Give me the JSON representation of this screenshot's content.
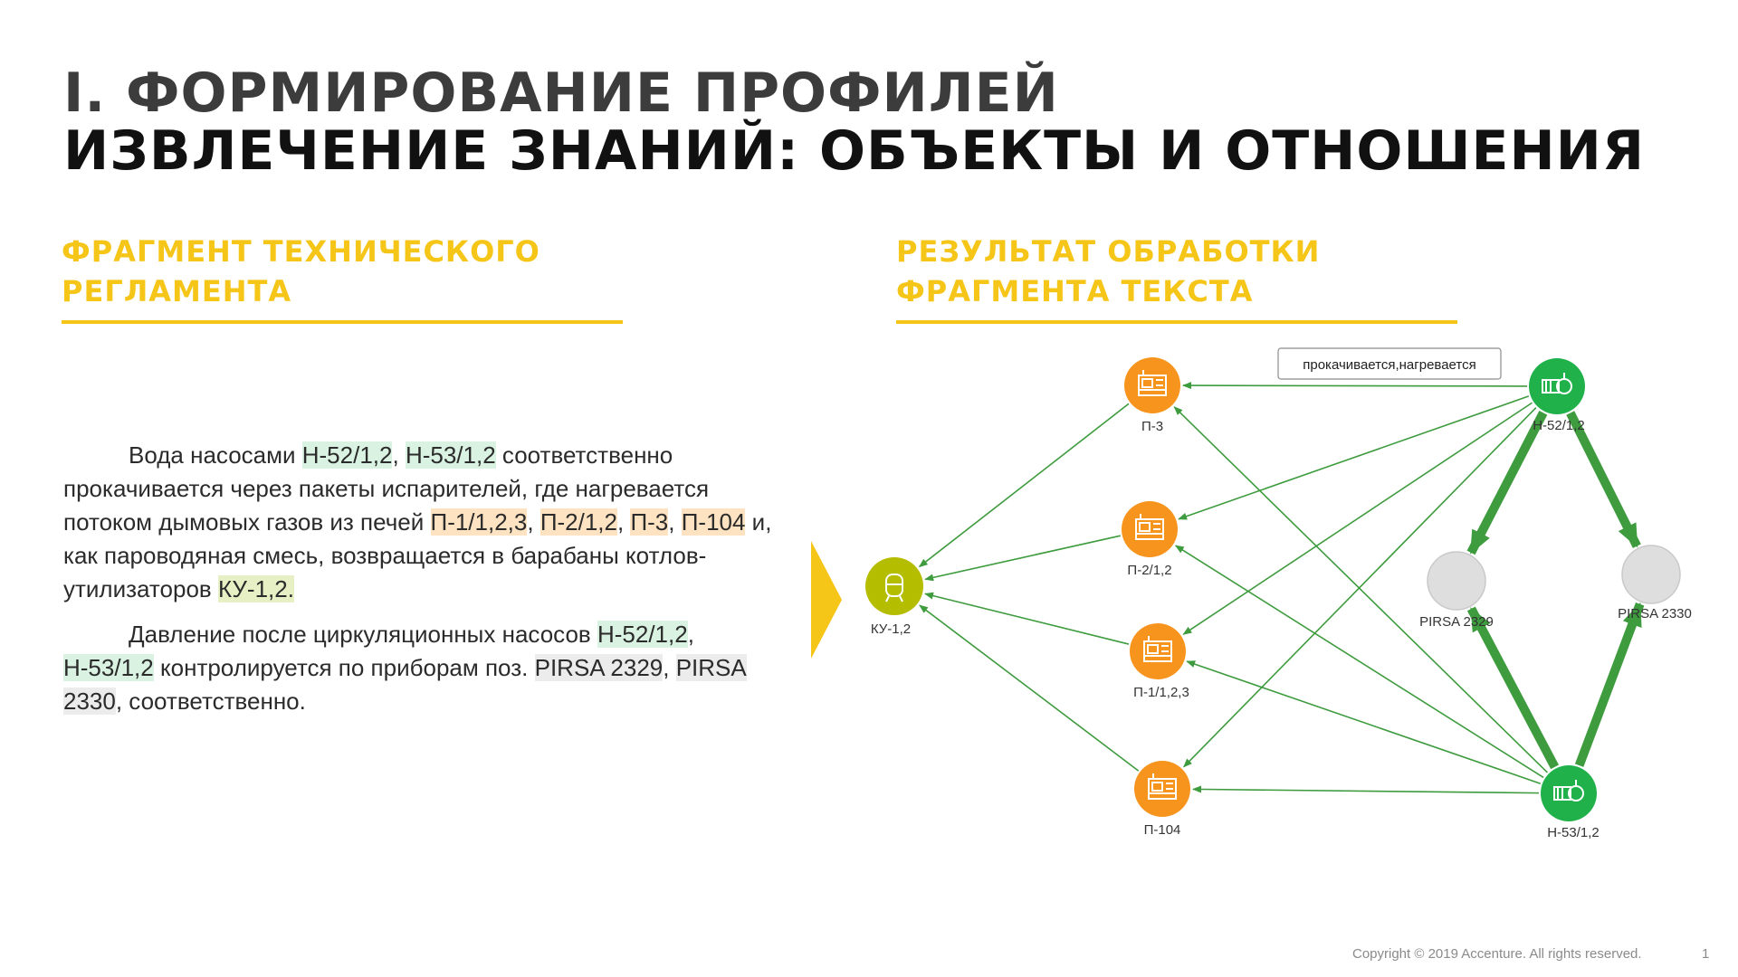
{
  "title": {
    "line1": "I. ФОРМИРОВАНИЕ ПРОФИЛЕЙ",
    "line2": "ИЗВЛЕЧЕНИЕ ЗНАНИЙ: ОБЪЕКТЫ И ОТНОШЕНИЯ"
  },
  "left_section": {
    "heading_line1": "ФРАГМЕНТ ТЕХНИЧЕСКОГО",
    "heading_line2": "РЕГЛАМЕНТА",
    "paragraph1": [
      {
        "text": "Вода насосами ",
        "hl": ""
      },
      {
        "text": "Н-52/1,2",
        "hl": "green"
      },
      {
        "text": ", ",
        "hl": ""
      },
      {
        "text": "Н-53/1,2",
        "hl": "green"
      },
      {
        "text": " соответственно прокачивается через пакеты испарителей, где нагревается потоком дымовых газов из печей ",
        "hl": ""
      },
      {
        "text": "П-1/1,2,3",
        "hl": "orange"
      },
      {
        "text": ", ",
        "hl": ""
      },
      {
        "text": "П-2/1,2",
        "hl": "orange"
      },
      {
        "text": ", ",
        "hl": ""
      },
      {
        "text": "П-3",
        "hl": "orange"
      },
      {
        "text": ", ",
        "hl": ""
      },
      {
        "text": "П-104",
        "hl": "orange"
      },
      {
        "text": " и, как пароводяная смесь, возвращается в барабаны котлов-утилизаторов ",
        "hl": ""
      },
      {
        "text": "КУ-1,2.",
        "hl": "olive"
      }
    ],
    "paragraph2": [
      {
        "text": "Давление после циркуляционных насосов ",
        "hl": ""
      },
      {
        "text": "Н-52/1,2",
        "hl": "green"
      },
      {
        "text": ", ",
        "hl": ""
      },
      {
        "text": "Н-53/1,2",
        "hl": "green"
      },
      {
        "text": " контролируется по приборам поз. ",
        "hl": ""
      },
      {
        "text": "PIRSA 2329",
        "hl": "gray"
      },
      {
        "text": ", ",
        "hl": ""
      },
      {
        "text": "PIRSA 2330",
        "hl": "gray"
      },
      {
        "text": ", соответственно.",
        "hl": ""
      }
    ]
  },
  "right_section": {
    "heading_line1": "РЕЗУЛЬТАТ ОБРАБОТКИ",
    "heading_line2": "ФРАГМЕНТА ТЕКСТА"
  },
  "graph": {
    "tooltip": "прокачивается,нагревается",
    "colors": {
      "furnace": "#f7941d",
      "pump": "#21b14b",
      "boiler": "#b5bd00",
      "sensor": "#dedede",
      "edge": "#3e9b3e",
      "accent": "#f5c518"
    },
    "nodes": [
      {
        "id": "p3",
        "label": "П-3",
        "kind": "furnace"
      },
      {
        "id": "p2",
        "label": "П-2/1,2",
        "kind": "furnace"
      },
      {
        "id": "p1",
        "label": "П-1/1,2,3",
        "kind": "furnace"
      },
      {
        "id": "p104",
        "label": "П-104",
        "kind": "furnace"
      },
      {
        "id": "ku",
        "label": "КУ-1,2",
        "kind": "boiler"
      },
      {
        "id": "n52",
        "label": "Н-52/1,2",
        "kind": "pump"
      },
      {
        "id": "n53",
        "label": "Н-53/1,2",
        "kind": "pump"
      },
      {
        "id": "s2329",
        "label": "PIRSA 2329",
        "kind": "sensor"
      },
      {
        "id": "s2330",
        "label": "PIRSA 2330",
        "kind": "sensor"
      }
    ],
    "edges": [
      {
        "from": "n52",
        "to": "p3",
        "weight": "thin"
      },
      {
        "from": "n52",
        "to": "p2",
        "weight": "thin"
      },
      {
        "from": "n52",
        "to": "p1",
        "weight": "thin"
      },
      {
        "from": "n52",
        "to": "p104",
        "weight": "thin"
      },
      {
        "from": "n53",
        "to": "p3",
        "weight": "thin"
      },
      {
        "from": "n53",
        "to": "p2",
        "weight": "thin"
      },
      {
        "from": "n53",
        "to": "p1",
        "weight": "thin"
      },
      {
        "from": "n53",
        "to": "p104",
        "weight": "thin"
      },
      {
        "from": "p3",
        "to": "ku",
        "weight": "thin"
      },
      {
        "from": "p2",
        "to": "ku",
        "weight": "thin"
      },
      {
        "from": "p1",
        "to": "ku",
        "weight": "thin"
      },
      {
        "from": "p104",
        "to": "ku",
        "weight": "thin"
      },
      {
        "from": "n52",
        "to": "s2329",
        "weight": "thick"
      },
      {
        "from": "n52",
        "to": "s2330",
        "weight": "thick"
      },
      {
        "from": "n53",
        "to": "s2329",
        "weight": "thick"
      },
      {
        "from": "n53",
        "to": "s2330",
        "weight": "thick"
      }
    ]
  },
  "footer": {
    "copyright": "Copyright © 2019 Accenture. All rights reserved.",
    "page": "1"
  }
}
